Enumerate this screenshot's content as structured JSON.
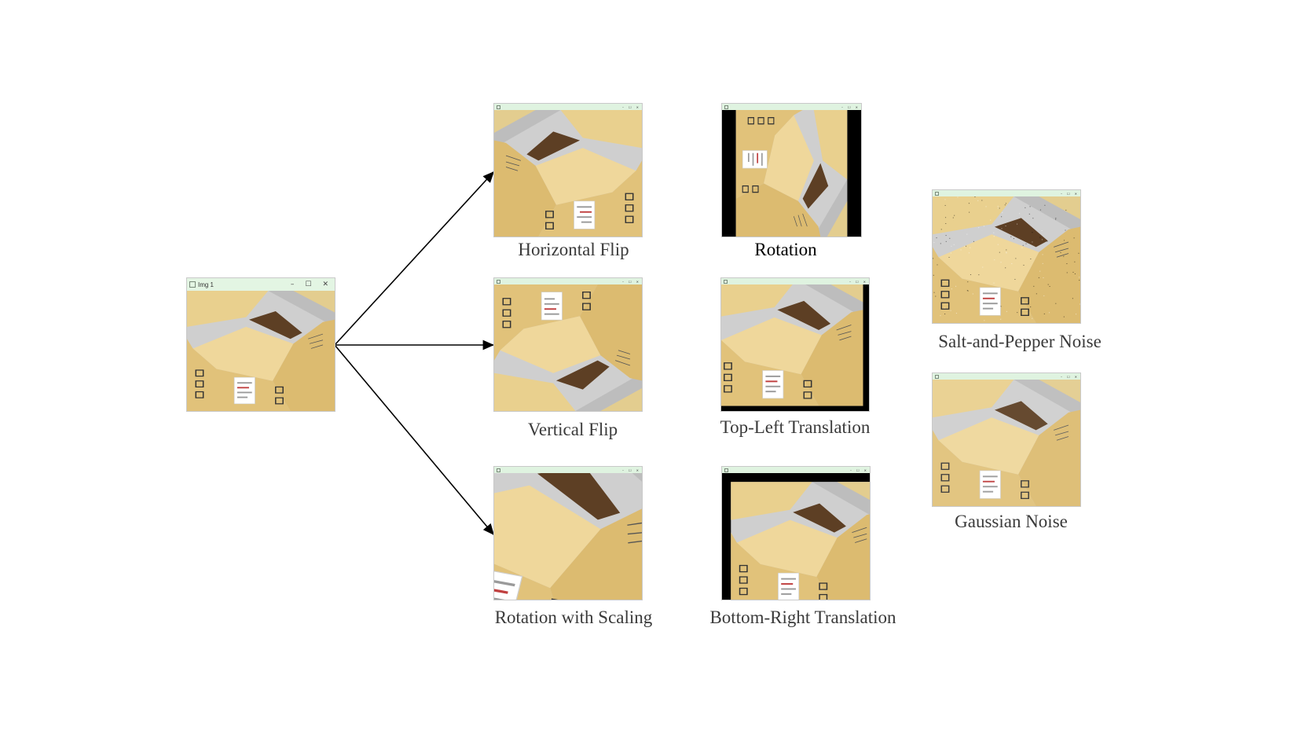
{
  "source": {
    "window_title": "Img 1",
    "controls": [
      "–",
      "☐",
      "✕"
    ]
  },
  "outputs": [
    {
      "id": "horizontal-flip",
      "caption": "Horizontal Flip"
    },
    {
      "id": "vertical-flip",
      "caption": "Vertical Flip"
    },
    {
      "id": "rotation-with-scaling",
      "caption": "Rotation with Scaling"
    },
    {
      "id": "rotation",
      "caption": "Rotation"
    },
    {
      "id": "top-left-translation",
      "caption": "Top-Left Translation"
    },
    {
      "id": "bottom-right-translation",
      "caption": "Bottom-Right Translation"
    },
    {
      "id": "salt-and-pepper-noise",
      "caption": "Salt-and-Pepper Noise"
    },
    {
      "id": "gaussian-noise",
      "caption": "Gaussian Noise"
    }
  ],
  "colors": {
    "box": "#e8cf8e",
    "box_side": "#d6b56a",
    "box_dark": "#6b4a2a",
    "floor": "#cfcfcf",
    "titlebar": "#dff3e0",
    "arrow": "#000000"
  }
}
